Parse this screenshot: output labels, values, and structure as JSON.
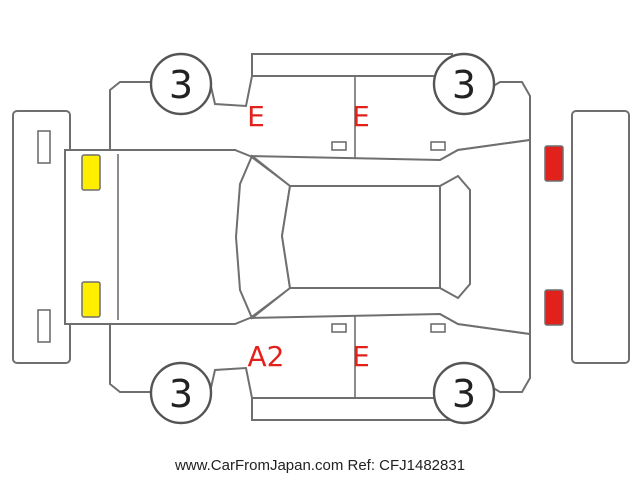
{
  "colors": {
    "outline": "#6f6f6f",
    "damage_code": "#e3211c",
    "front_light_marker": "#ffee00",
    "rear_light_marker": "#e3211c",
    "footer_text": "#222222"
  },
  "tires": {
    "front_left": "3",
    "rear_left": "3",
    "front_right": "3",
    "rear_right": "3"
  },
  "damage_codes": {
    "upper_left_door": "E",
    "upper_right_door": "E",
    "lower_left_door": "A2",
    "lower_right_door": "E"
  },
  "footer": {
    "source": "www.CarFromJapan.com Ref: CFJ1482831"
  }
}
